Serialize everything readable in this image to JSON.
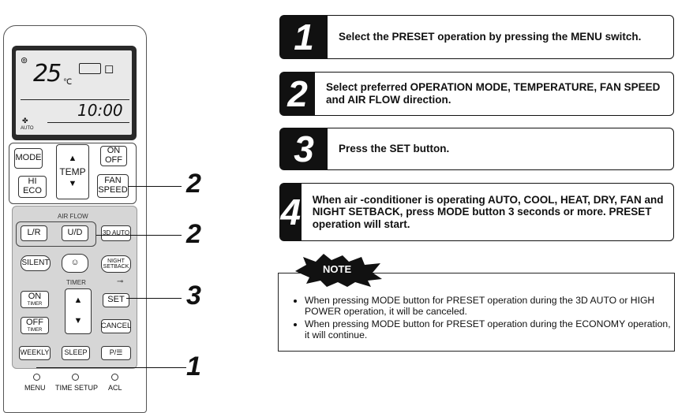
{
  "remote": {
    "display": {
      "temperature": "25",
      "unit": "℃",
      "time": "10:00",
      "fan_label": "AUTO",
      "icons": [
        "clock-icon",
        "cool-mode-icon",
        "swing-icon",
        "fan-icon"
      ]
    },
    "buttons": {
      "mode": "MODE",
      "temp": "TEMP",
      "on_off": [
        "ON",
        "OFF"
      ],
      "hi_eco": [
        "HI",
        "ECO"
      ],
      "fan_speed": [
        "FAN",
        "SPEED"
      ],
      "air_flow_title": "AIR FLOW",
      "lr": "L/R",
      "ud": "U/D",
      "auto3d": "3D AUTO",
      "silent": "SILENT",
      "night_setback": [
        "NIGHT",
        "SETBACK"
      ],
      "timer_title": "TIMER",
      "on_timer": [
        "ON",
        "TIMER"
      ],
      "off_timer": [
        "OFF",
        "TIMER"
      ],
      "set": "SET",
      "cancel": "CANCEL",
      "weekly": "WEEKLY",
      "sleep": "SLEEP",
      "p_wifi": "P/"
    },
    "footer": {
      "menu": "MENU",
      "time_setup": "TIME SETUP",
      "acl": "ACL"
    },
    "callouts": [
      "2",
      "2",
      "3",
      "1"
    ]
  },
  "steps": [
    {
      "number": "1",
      "text": "Select the PRESET operation by pressing the MENU switch."
    },
    {
      "number": "2",
      "text": "Select preferred OPERATION MODE, TEMPERATURE, FAN SPEED and AIR FLOW direction."
    },
    {
      "number": "3",
      "text": "Press the SET button."
    },
    {
      "number": "4",
      "text": "When air -conditioner is operating AUTO, COOL, HEAT, DRY, FAN and NIGHT SETBACK, press MODE button 3 seconds or more. PRESET operation will start."
    }
  ],
  "note": {
    "label": "NOTE",
    "items": [
      "When pressing MODE button for PRESET operation during the 3D AUTO or HIGH POWER operation, it will be canceled.",
      "When pressing MODE button for  PRESET operation during the ECONOMY operation,  it will continue."
    ]
  }
}
